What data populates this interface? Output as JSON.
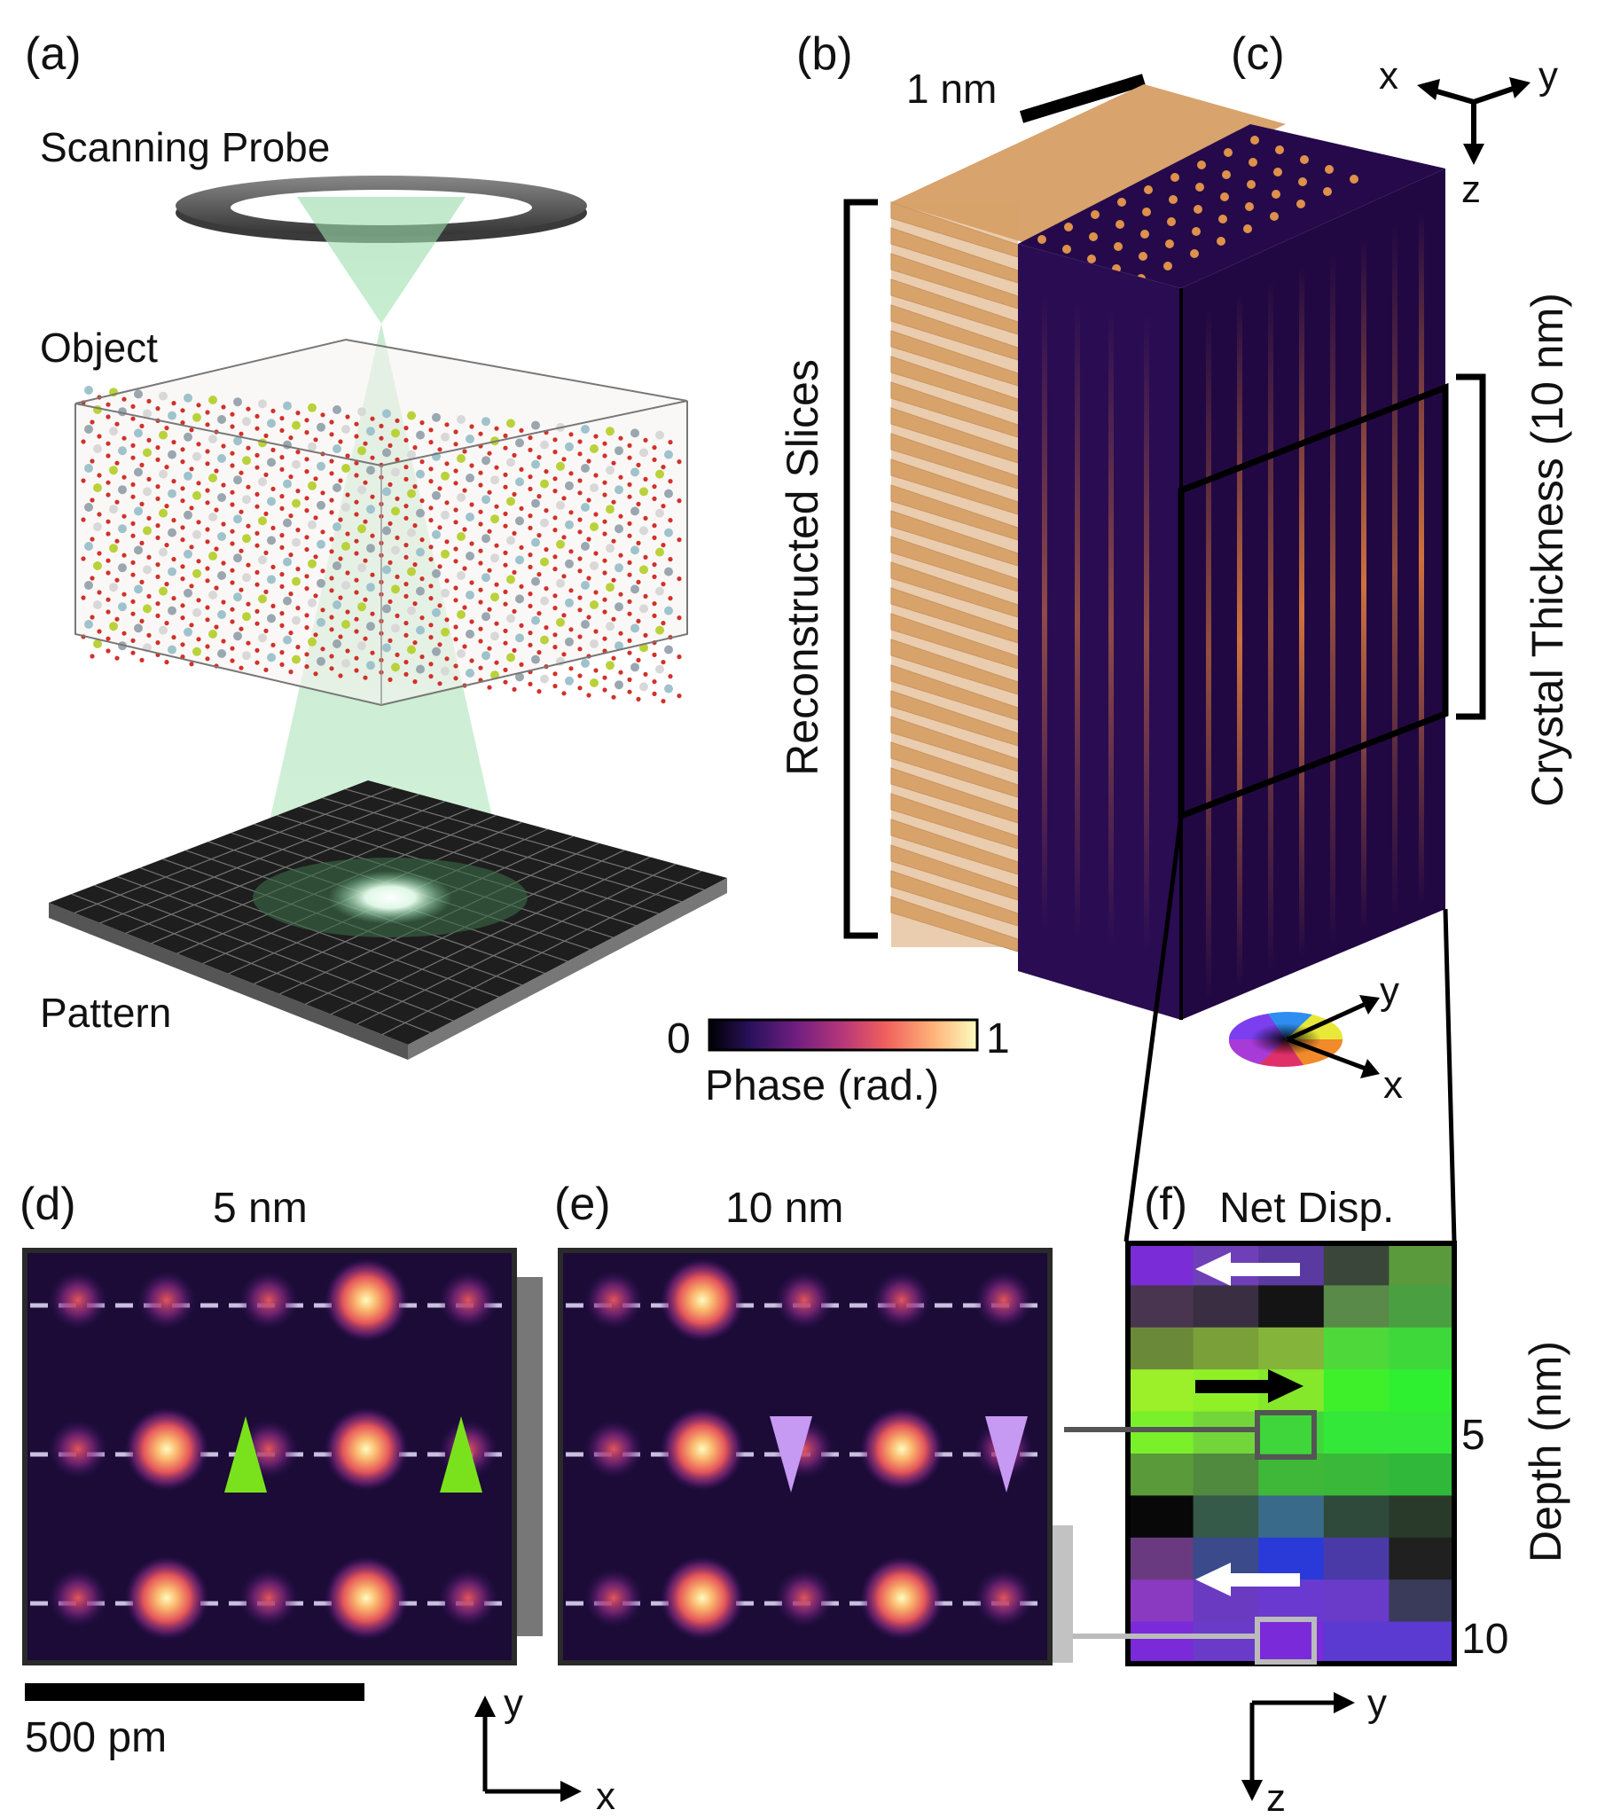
{
  "panels": {
    "a": "(a)",
    "b": "(b)",
    "c": "(c)",
    "d": "(d)",
    "e": "(e)",
    "f": "(f)"
  },
  "panel_a": {
    "probe_label": "Scanning Probe",
    "object_label": "Object",
    "pattern_label": "Pattern"
  },
  "panel_b": {
    "scale_label": "1 nm",
    "slices_label": "Reconstructed Slices"
  },
  "panel_c": {
    "thickness_label": "Crystal Thickness (10 nm)",
    "axis_x": "x",
    "axis_y": "y",
    "axis_z": "z"
  },
  "colorbar": {
    "min": "0",
    "max": "1",
    "label": "Phase (rad.)",
    "colors": [
      "#000004",
      "#2c115f",
      "#721f81",
      "#b73779",
      "#f1605d",
      "#feb078",
      "#fcfdbf"
    ]
  },
  "colorwheel": {
    "axis_x": "x",
    "axis_y": "y"
  },
  "panel_d": {
    "title": "5 nm",
    "scalebar": "500 pm",
    "axis_x": "x",
    "axis_y": "y"
  },
  "panel_e": {
    "title": "10 nm"
  },
  "panel_f": {
    "title": "Net Disp.",
    "depth_label": "Depth (nm)",
    "tick_5": "5",
    "tick_10": "10",
    "axis_y": "y",
    "axis_z": "z"
  },
  "colors": {
    "slice": "#d8a36c",
    "green_marker": "#7ae21c",
    "purple_marker": "#c69af2",
    "beam": "#a9dfb4",
    "inferno_bg": "#1b0b36"
  }
}
